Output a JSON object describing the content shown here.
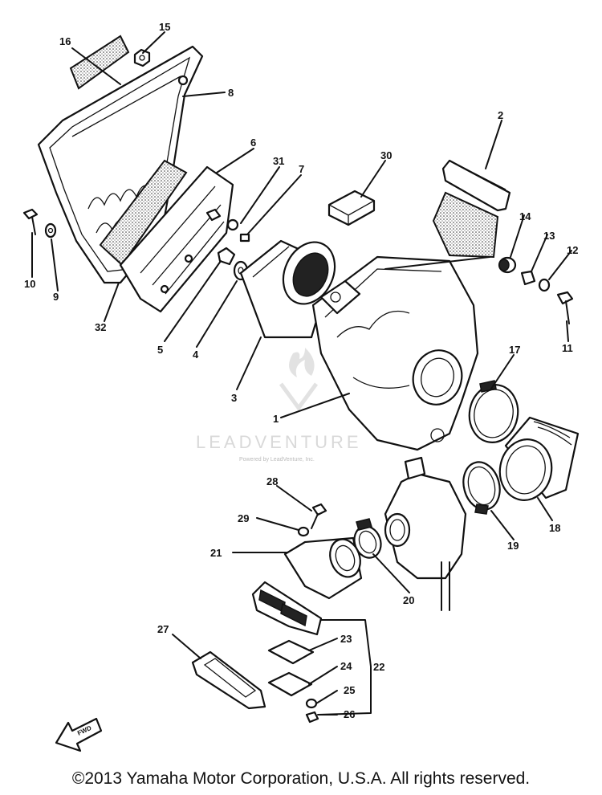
{
  "watermark": {
    "brand": "LEADVENTURE",
    "small_text": "Powered by LeadVenture, Inc."
  },
  "direction_label": "FWD",
  "callouts": [
    "1",
    "2",
    "3",
    "4",
    "5",
    "6",
    "7",
    "8",
    "9",
    "10",
    "11",
    "12",
    "13",
    "14",
    "15",
    "16",
    "17",
    "18",
    "19",
    "20",
    "21",
    "22",
    "23",
    "24",
    "25",
    "26",
    "27",
    "28",
    "29",
    "30",
    "31",
    "32"
  ],
  "copyright": "©2013 Yamaha Motor Corporation, U.S.A. All rights reserved."
}
